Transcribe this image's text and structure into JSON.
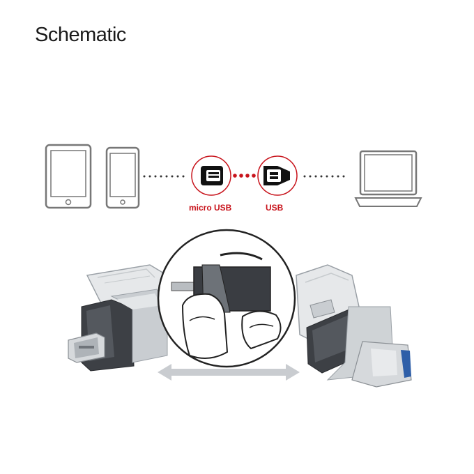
{
  "title": "Schematic",
  "diagram": {
    "connector_labels": {
      "micro_usb": "micro USB",
      "usb": "USB"
    },
    "icons": [
      "tablet-icon",
      "phone-icon",
      "micro-usb-port-icon",
      "usb-port-icon",
      "laptop-icon"
    ],
    "colors": {
      "accent": "#c8141c",
      "outline": "#777777",
      "dots": "#333333"
    }
  }
}
